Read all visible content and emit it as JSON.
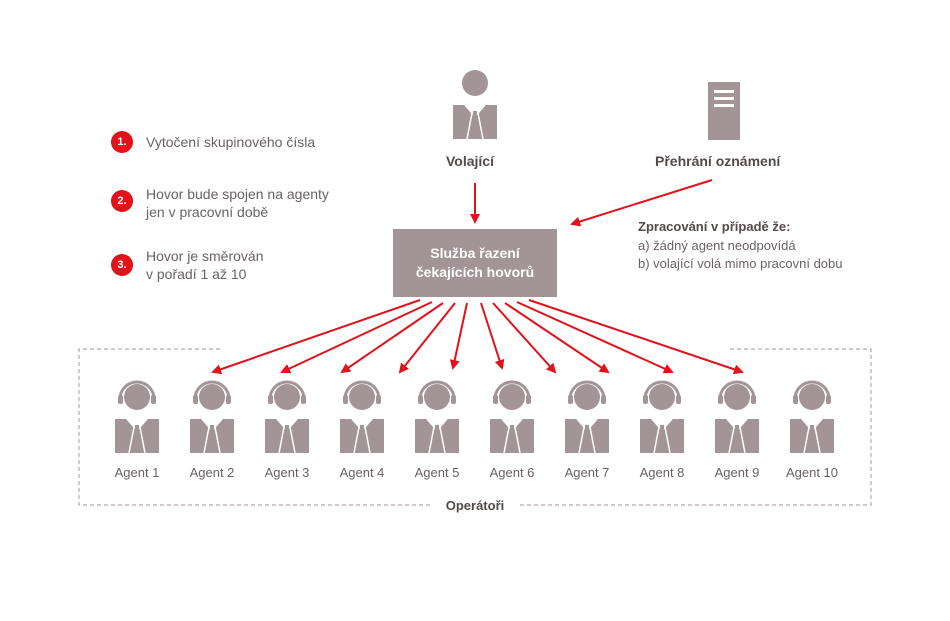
{
  "steps": [
    {
      "num": "1.",
      "text": "Vytočení skupinového čísla"
    },
    {
      "num": "2.",
      "text": "Hovor bude spojen na agenty\njen v pracovní době"
    },
    {
      "num": "3.",
      "text": "Hovor je směrován\nv pořadí 1 až 10"
    }
  ],
  "caller_label": "Volající",
  "announcement_label": "Přehrání oznámení",
  "queue_label": "Služba řazení\nčekajících hovorů",
  "processing": {
    "title": "Zpracování v případě že:",
    "items": [
      "a)  žádný agent neodpovídá",
      "b)  volající volá mimo pracovní dobu"
    ]
  },
  "agents": [
    "Agent 1",
    "Agent 2",
    "Agent 3",
    "Agent 4",
    "Agent 5",
    "Agent 6",
    "Agent 7",
    "Agent 8",
    "Agent 9",
    "Agent 10"
  ],
  "operators_label": "Operátoři",
  "colors": {
    "accent": "#e2111a",
    "figure": "#a39497",
    "text": "#6b6162",
    "dashed": "#b4aaab"
  },
  "icons": {
    "caller": "person-icon",
    "server": "server-icon",
    "agent": "headset-agent-icon"
  }
}
